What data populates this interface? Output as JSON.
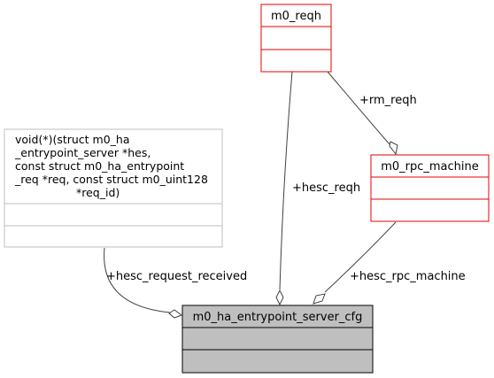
{
  "classes": {
    "reqh": {
      "title": "m0_reqh",
      "border": "#e50000"
    },
    "rpc_machine": {
      "title": "m0_rpc_machine",
      "border": "#e50000"
    },
    "callback": {
      "title_lines": [
        "void(*)(struct m0_ha",
        "_entrypoint_server *hes,",
        " const struct m0_ha_entrypoint",
        "_req *req, const struct m0_uint128",
        " *req_id)"
      ],
      "border": "#bfbfbf"
    },
    "server_cfg": {
      "title": "m0_ha_entrypoint_server_cfg",
      "fill": "#bfbfbf",
      "border": "#000000"
    }
  },
  "edges": {
    "rm_reqh": "+rm_reqh",
    "hesc_reqh": "+hesc_reqh",
    "hesc_rpc_machine": "+hesc_rpc_machine",
    "hesc_request_received": "+hesc_request_received"
  }
}
